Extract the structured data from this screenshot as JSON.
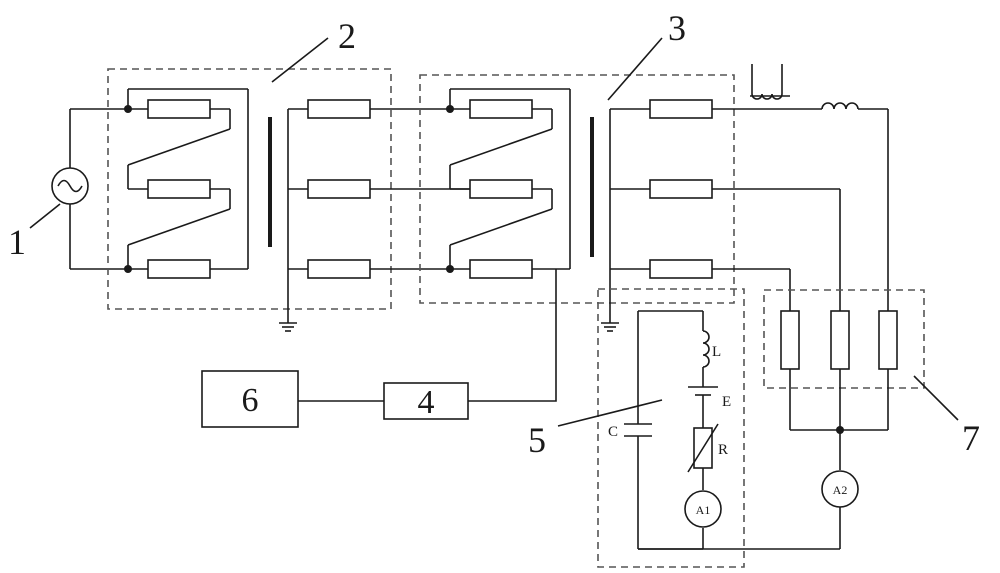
{
  "labels": {
    "source": "1",
    "transformer_1": "2",
    "transformer_2": "3",
    "block_4": "4",
    "arrester_circuit": "5",
    "block_6": "6",
    "load_group": "7",
    "inductor": "L",
    "capacitor": "C",
    "battery": "E",
    "resistor": "R",
    "ammeter_1": "A1",
    "ammeter_2": "A2"
  }
}
